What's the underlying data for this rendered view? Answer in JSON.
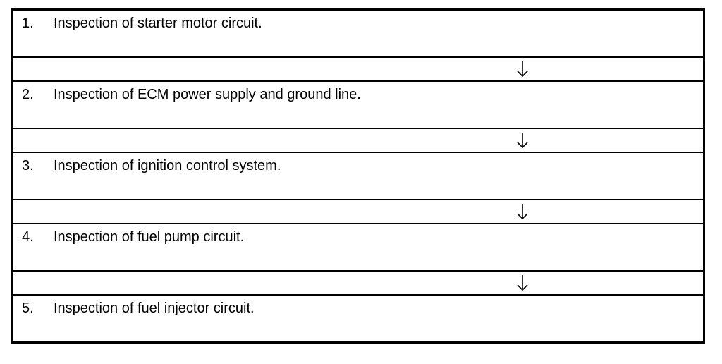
{
  "steps": [
    {
      "number": "1.",
      "text": "Inspection of starter motor circuit."
    },
    {
      "number": "2.",
      "text": "Inspection of ECM power supply and ground line."
    },
    {
      "number": "3.",
      "text": "Inspection of ignition control system."
    },
    {
      "number": "4.",
      "text": "Inspection of fuel pump circuit."
    },
    {
      "number": "5.",
      "text": "Inspection of fuel injector circuit."
    }
  ],
  "connector_icon": "down-arrow-icon"
}
